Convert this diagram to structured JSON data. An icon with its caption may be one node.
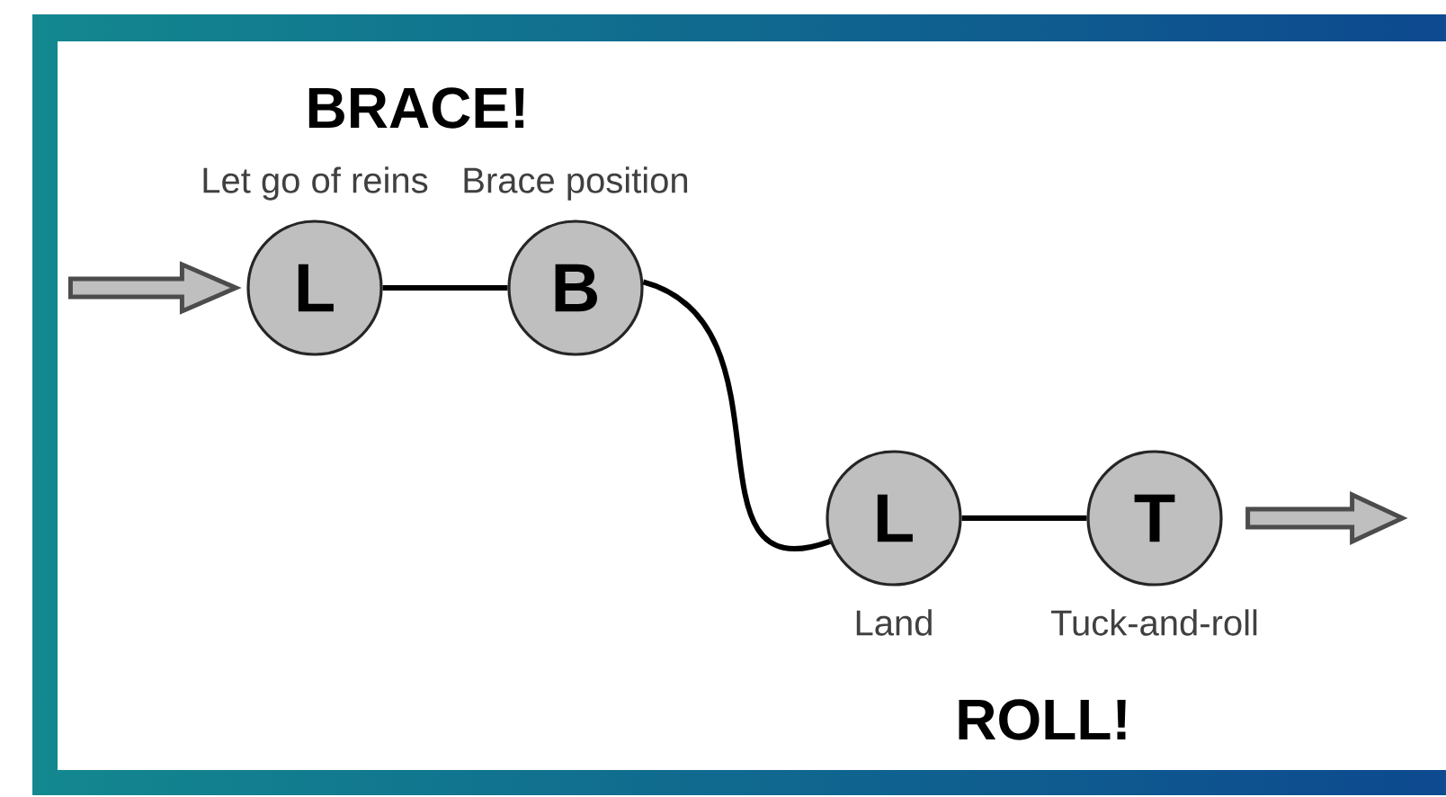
{
  "diagram": {
    "nodes": [
      {
        "text": [
          "L"
        ],
        "beside": [
          "Let go of reins"
        ]
      },
      {
        "text": [
          "B"
        ],
        "beside": [
          "Brace position"
        ]
      },
      {
        "text": [
          "L"
        ],
        "beside": [
          "Land"
        ]
      },
      {
        "text": [
          "T"
        ],
        "beside": [
          "Tuck-and-roll"
        ]
      }
    ],
    "edges": [
      {
        "from": null,
        "to": 0,
        "arrow": "to"
      },
      {
        "from": 0,
        "to": 1,
        "arrow": "none"
      },
      {
        "from": 1,
        "to": 2,
        "arrow": "none"
      },
      {
        "from": 2,
        "to": 3,
        "arrow": "none"
      },
      {
        "from": 3,
        "to": null,
        "arrow": "to"
      }
    ],
    "labels": [
      "BRACE!",
      "ROLL!"
    ]
  }
}
